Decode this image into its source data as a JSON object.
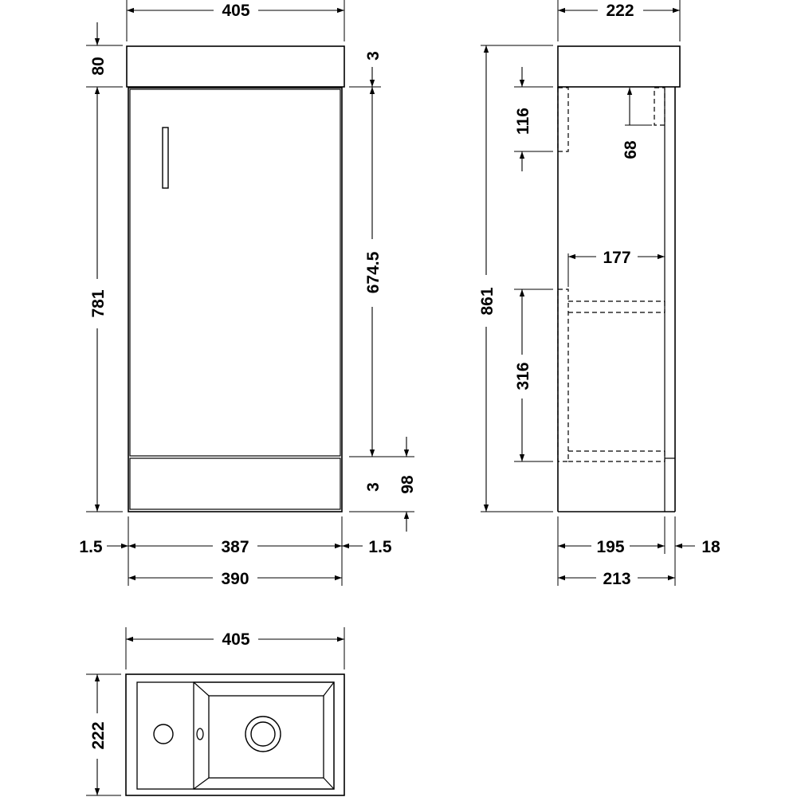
{
  "dimensions": {
    "front_top_width": "405",
    "basin_height": "80",
    "top_gap": "3",
    "cabinet_height": "781",
    "door_height": "674.5",
    "bottom_gap": "3",
    "plinth_height": "98",
    "left_gap": "1.5",
    "door_width": "387",
    "right_gap": "1.5",
    "carcass_width": "390",
    "side_top_depth": "222",
    "side_upper_cutout": "116",
    "side_upper_cutout_small": "68",
    "side_shelf_depth": "177",
    "side_lower_cutout": "316",
    "overall_height": "861",
    "side_carcass_depth": "195",
    "door_thickness": "18",
    "side_overall_depth": "213",
    "plan_width": "405",
    "plan_depth": "222"
  },
  "colors": {
    "line": "#000000",
    "background": "#ffffff"
  }
}
